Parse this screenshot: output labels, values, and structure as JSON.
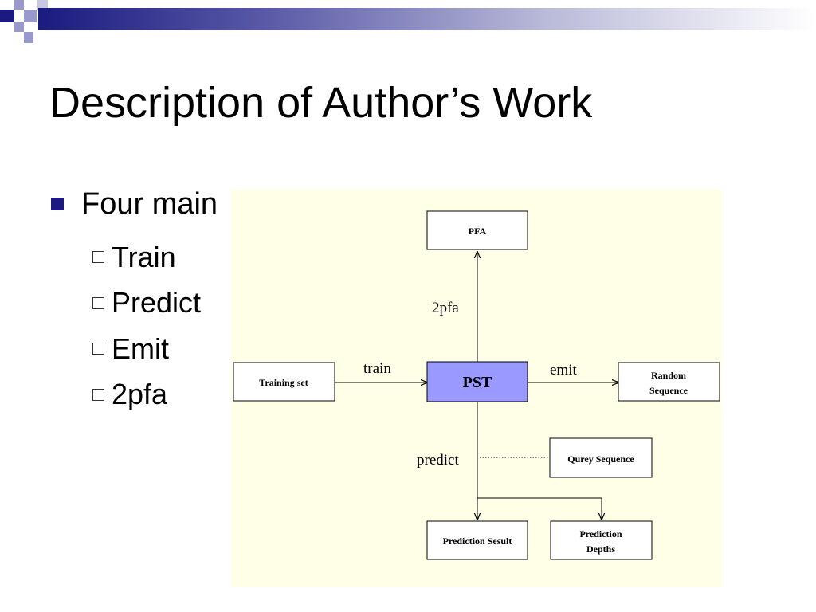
{
  "slide": {
    "title": "Description of Author’s Work",
    "bullet": {
      "text": "Four main"
    },
    "sub_bullets": [
      {
        "label": "Train"
      },
      {
        "label": "Predict"
      },
      {
        "label": "Emit"
      },
      {
        "label": "2pfa"
      }
    ]
  },
  "diagram": {
    "nodes": {
      "pfa": "PFA",
      "pst": "PST",
      "training_set": "Training set",
      "random_sequence": [
        "Random",
        "Sequence"
      ],
      "query_sequence": "Qurey Sequence",
      "prediction_result": "Prediction Sesult",
      "prediction_depths": [
        "Prediction",
        "Depths"
      ]
    },
    "edges": {
      "train": "train",
      "emit": "emit",
      "to_pfa": "2pfa",
      "predict": "predict"
    }
  },
  "colors": {
    "accent_navy": "#1a1a80",
    "accent_light": "#9999cc",
    "diagram_background": "#ffffe8",
    "pst_fill": "#9999ff"
  }
}
